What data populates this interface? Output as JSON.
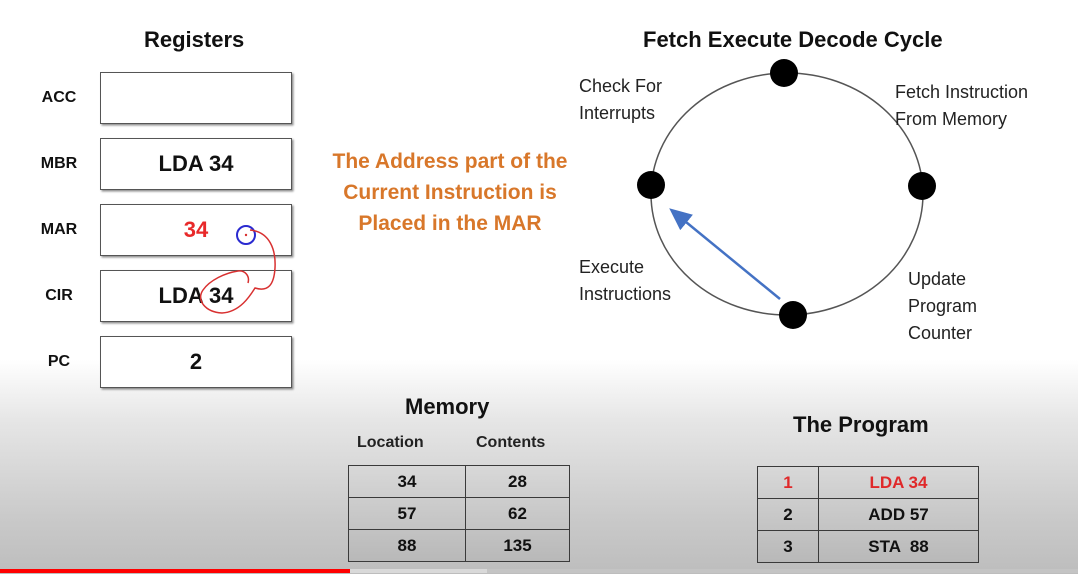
{
  "registers": {
    "title": "Registers",
    "items": [
      {
        "label": "ACC",
        "value": ""
      },
      {
        "label": "MBR",
        "value": "LDA 34"
      },
      {
        "label": "MAR",
        "value": "34",
        "highlight": true
      },
      {
        "label": "CIR",
        "value": "LDA 34"
      },
      {
        "label": "PC",
        "value": "2"
      }
    ]
  },
  "info_text": {
    "lines": [
      "The Address part of the",
      "Current Instruction is",
      "Placed in the MAR"
    ]
  },
  "cycle": {
    "title": "Fetch Execute Decode Cycle",
    "stages": {
      "check_interrupts": [
        "Check For",
        "Interrupts"
      ],
      "fetch": [
        "Fetch Instruction",
        "From Memory"
      ],
      "execute": [
        "Execute",
        "Instructions"
      ],
      "update_pc": [
        "Update",
        "Program",
        "Counter"
      ]
    },
    "arrow_color": "#4472c4"
  },
  "memory": {
    "title": "Memory",
    "columns": [
      "Location",
      "Contents"
    ],
    "rows": [
      [
        "34",
        "28"
      ],
      [
        "57",
        "62"
      ],
      [
        "88",
        "135"
      ]
    ]
  },
  "program": {
    "title": "The Program",
    "rows": [
      [
        "1",
        "LDA 34"
      ],
      [
        "2",
        "ADD 57"
      ],
      [
        "3",
        "STA  88"
      ]
    ],
    "current_row": 0
  },
  "video_progress": {
    "played_fraction": 0.325,
    "buffered_fraction": 0.452
  },
  "colors": {
    "accent_orange": "#d8772a",
    "highlight_red": "#e8292a",
    "annotation_blue": "#2a2ad0",
    "annotation_red": "#d83030"
  }
}
